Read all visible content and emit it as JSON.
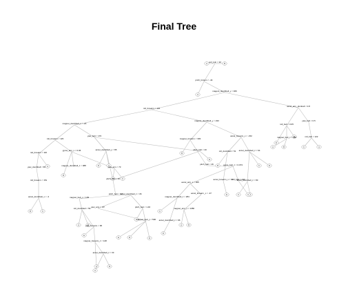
{
  "title": "Final Tree",
  "nodes": [
    {
      "id": "n1",
      "label": "soil_totn < 22"
    },
    {
      "id": "n2",
      "label": "pitch_forsum < -44"
    },
    {
      "id": "n3",
      "label": "magent_dombbell_y < 466"
    },
    {
      "id": "n4",
      "label": "roll_forearm < 124"
    },
    {
      "id": "n5",
      "label": "accel_arm_dumbell < 0.8"
    },
    {
      "id": "n6",
      "label": "magnet_dumbbell_z < -24"
    },
    {
      "id": "n7",
      "label": "magnet_dumbbell_y < 233"
    },
    {
      "id": "n8",
      "label": "roll_belt < 0.05"
    },
    {
      "id": "n9",
      "label": "yaw_belt < 0.5"
    },
    {
      "id": "n10",
      "label": "roll_forearm < 123"
    },
    {
      "id": "n11",
      "label": "yaw_belt < 170"
    },
    {
      "id": "n12",
      "label": "magnet_forearm < 303"
    },
    {
      "id": "n13",
      "label": "accel_forearm_x < -152"
    },
    {
      "id": "n14",
      "label": "magnet_belt_z < 380"
    },
    {
      "id": "n15",
      "label": "roll_belt < 122"
    },
    {
      "id": "n16",
      "label": "roll_forearm < 116"
    },
    {
      "id": "n17",
      "label": "gyros_arm_x < 0.06"
    },
    {
      "id": "n18",
      "label": "accel_dumbbell_y < 85"
    },
    {
      "id": "n19",
      "label": "pitch_belt < 20"
    },
    {
      "id": "n20",
      "label": "roll_dumbbell < 51"
    },
    {
      "id": "n21",
      "label": "accel_dumbbell_z < 64"
    },
    {
      "id": "n22",
      "label": "yaw_dumbbell < 66"
    },
    {
      "id": "n23",
      "label": "magnet_dumbbell_z < 388"
    },
    {
      "id": "n24",
      "label": "yaw_arm < 73"
    },
    {
      "id": "n25",
      "label": "pitch_belt < 46"
    },
    {
      "id": "n26",
      "label": "gyros_belt_z < 0.073"
    },
    {
      "id": "n27",
      "label": "roll_forearm < 151"
    },
    {
      "id": "n28",
      "label": "pitch_belt < 19"
    },
    {
      "id": "n29",
      "label": "roll_belt < 130"
    },
    {
      "id": "n30",
      "label": "accel_arm_x < 305"
    },
    {
      "id": "n31",
      "label": "accel_forearm_x < 93"
    },
    {
      "id": "n32",
      "label": "accel_dumbbell_z < 83"
    },
    {
      "id": "n33",
      "label": "accel_dumbbell_x < -3"
    },
    {
      "id": "n34",
      "label": "pitch_belt < 3.6"
    },
    {
      "id": "n35",
      "label": "magnet_dumbbell_z < 284"
    },
    {
      "id": "n36",
      "label": "accel_forearm_x < -37"
    },
    {
      "id": "n37",
      "label": "magnet_belt_x < 109"
    },
    {
      "id": "n38",
      "label": "accel_dumbbell_z < 36"
    },
    {
      "id": "n39",
      "label": "yaw_arm < -87"
    },
    {
      "id": "n40",
      "label": "pitch_belt < 1.46"
    },
    {
      "id": "n41",
      "label": "accel_dumbbell_z < 96"
    },
    {
      "id": "n42",
      "label": "magnet_arm_x < 1380"
    },
    {
      "id": "n43",
      "label": "roll_dumbbell < 59"
    },
    {
      "id": "n44",
      "label": "magnet_belt_y < 596"
    },
    {
      "id": "n45",
      "label": "yaw_forearm < 95"
    },
    {
      "id": "n46",
      "label": "magnet_forearm_z < 128"
    },
    {
      "id": "n47",
      "label": "accel_dumbbell_z < 33"
    }
  ],
  "leaf_labels": [
    "A",
    "B",
    "C",
    "D",
    "E"
  ]
}
